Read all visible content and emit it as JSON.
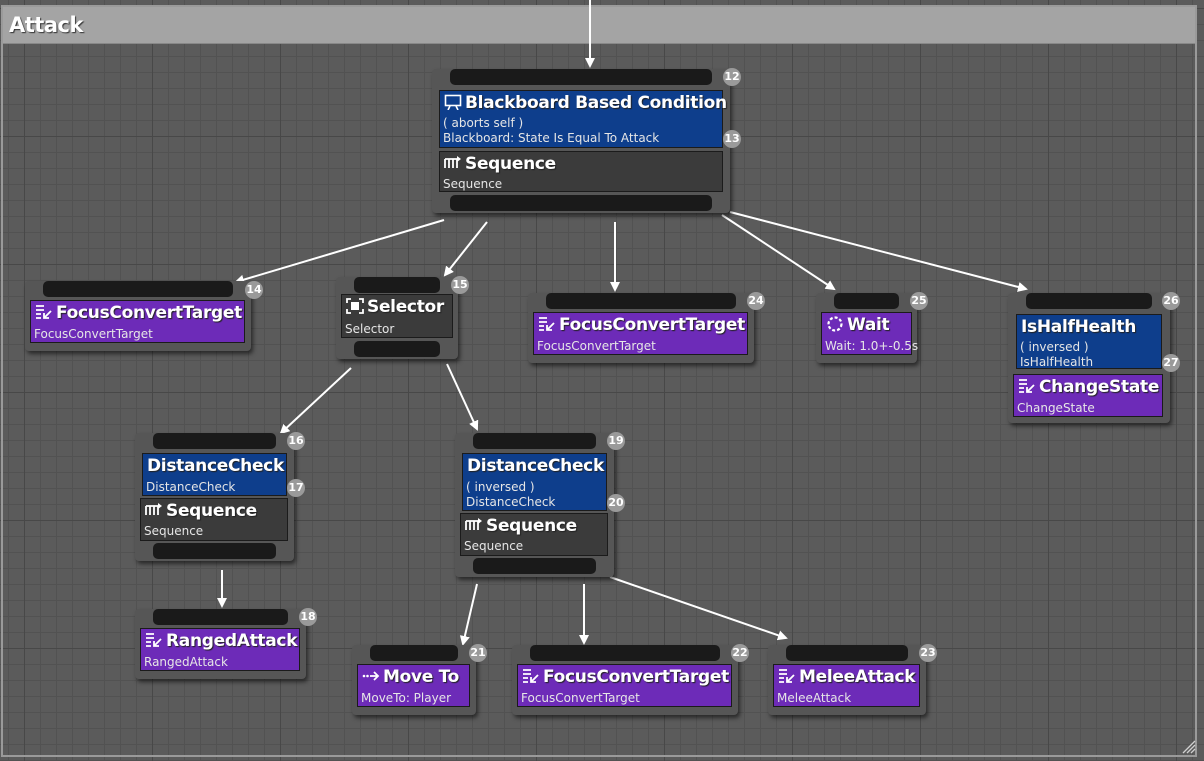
{
  "comment": {
    "title": "Attack"
  },
  "nodes": {
    "root": {
      "index": "12",
      "decorator_index": "13",
      "decorator": {
        "title": "Blackboard Based Condition",
        "line1": "( aborts self )",
        "line2": "Blackboard: State Is Equal To Attack"
      },
      "composite": {
        "title": "Sequence",
        "sub": "Sequence"
      }
    },
    "focus14": {
      "index": "14",
      "title": "FocusConvertTarget",
      "sub": "FocusConvertTarget"
    },
    "selector15": {
      "index": "15",
      "title": "Selector",
      "sub": "Selector"
    },
    "focus24": {
      "index": "24",
      "title": "FocusConvertTarget",
      "sub": "FocusConvertTarget"
    },
    "wait25": {
      "index": "25",
      "title": "Wait",
      "sub": "Wait: 1.0+-0.5s"
    },
    "half26": {
      "index": "26",
      "decorator_index": "27",
      "decorator": {
        "title": "IsHalfHealth",
        "line1": "( inversed )",
        "line2": "IsHalfHealth"
      },
      "task": {
        "title": "ChangeState",
        "sub": "ChangeState"
      }
    },
    "dist16": {
      "index": "16",
      "decorator_index": "17",
      "decorator": {
        "title": "DistanceCheck",
        "line2": "DistanceCheck"
      },
      "composite": {
        "title": "Sequence",
        "sub": "Sequence"
      }
    },
    "dist19": {
      "index": "19",
      "decorator_index": "20",
      "decorator": {
        "title": "DistanceCheck",
        "line1": "( inversed )",
        "line2": "DistanceCheck"
      },
      "composite": {
        "title": "Sequence",
        "sub": "Sequence"
      }
    },
    "ranged18": {
      "index": "18",
      "title": "RangedAttack",
      "sub": "RangedAttack"
    },
    "move21": {
      "index": "21",
      "title": "Move To",
      "sub": "MoveTo: Player"
    },
    "focus22": {
      "index": "22",
      "title": "FocusConvertTarget",
      "sub": "FocusConvertTarget"
    },
    "melee23": {
      "index": "23",
      "title": "MeleeAttack",
      "sub": "MeleeAttack"
    }
  },
  "icons": {
    "decorator_root": "blackboard-icon",
    "composite_sequence": "sequence-icon",
    "composite_selector": "selector-icon",
    "task": "task-icon",
    "wait": "wait-icon",
    "move": "move-to-icon"
  },
  "colors": {
    "task": "#6d2bb8",
    "decorator": "#0e3e8c",
    "composite": "#3b3b3b",
    "edge": "#ffffff"
  }
}
